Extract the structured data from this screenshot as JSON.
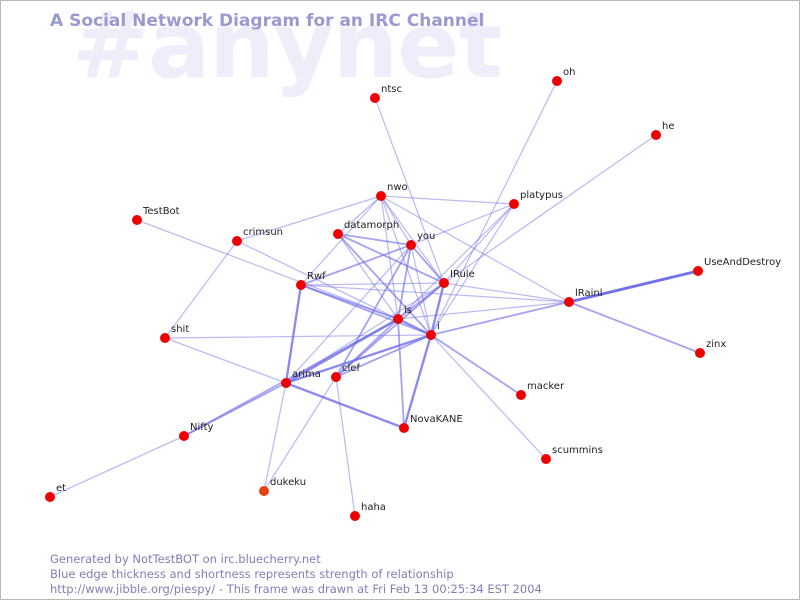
{
  "diagram": {
    "title": "A Social Network Diagram for an IRC Channel",
    "watermark": "#anynet",
    "colors": {
      "edge": "#6a6ae8",
      "node": "#ee0000",
      "node_alt": "#e84010",
      "title": "#9a9ad2",
      "footer": "#7f7fb5",
      "watermark": "#eeeefa"
    },
    "nodes": [
      {
        "id": "oh",
        "label": "oh"
      },
      {
        "id": "ntsc",
        "label": "ntsc"
      },
      {
        "id": "he",
        "label": "he"
      },
      {
        "id": "nwo",
        "label": "nwo"
      },
      {
        "id": "platypus",
        "label": "platypus"
      },
      {
        "id": "TestBot",
        "label": "TestBot"
      },
      {
        "id": "crimsun",
        "label": "crimsun"
      },
      {
        "id": "datamorph",
        "label": "datamorph"
      },
      {
        "id": "you",
        "label": "you"
      },
      {
        "id": "UseAndDestroy",
        "label": "UseAndDestroy"
      },
      {
        "id": "Rwf",
        "label": "Rwf"
      },
      {
        "id": "IRule",
        "label": "IRule"
      },
      {
        "id": "IRainI",
        "label": "lRainl"
      },
      {
        "id": "is",
        "label": "is"
      },
      {
        "id": "shit",
        "label": "shit"
      },
      {
        "id": "i",
        "label": "i"
      },
      {
        "id": "zinx",
        "label": "zinx"
      },
      {
        "id": "arima",
        "label": "arima"
      },
      {
        "id": "clef",
        "label": "clef"
      },
      {
        "id": "macker",
        "label": "macker"
      },
      {
        "id": "NovaKANE",
        "label": "NovaKANE"
      },
      {
        "id": "Nifty",
        "label": "Nifty"
      },
      {
        "id": "scummins",
        "label": "scummins"
      },
      {
        "id": "dukeku",
        "label": "dukeku"
      },
      {
        "id": "et",
        "label": "et"
      },
      {
        "id": "haha",
        "label": "haha"
      }
    ],
    "edges": [
      {
        "from": "oh",
        "to": "i",
        "weight": 1
      },
      {
        "from": "he",
        "to": "IRule",
        "weight": 1
      },
      {
        "from": "ntsc",
        "to": "IRule",
        "weight": 1
      },
      {
        "from": "nwo",
        "to": "platypus",
        "weight": 1
      },
      {
        "from": "nwo",
        "to": "crimsun",
        "weight": 1
      },
      {
        "from": "nwo",
        "to": "datamorph",
        "weight": 1
      },
      {
        "from": "nwo",
        "to": "you",
        "weight": 1
      },
      {
        "from": "nwo",
        "to": "IRule",
        "weight": 1
      },
      {
        "from": "nwo",
        "to": "i",
        "weight": 1
      },
      {
        "from": "nwo",
        "to": "is",
        "weight": 1
      },
      {
        "from": "nwo",
        "to": "IRainI",
        "weight": 1
      },
      {
        "from": "nwo",
        "to": "Rwf",
        "weight": 1
      },
      {
        "from": "platypus",
        "to": "you",
        "weight": 1
      },
      {
        "from": "platypus",
        "to": "is",
        "weight": 1
      },
      {
        "from": "platypus",
        "to": "i",
        "weight": 1
      },
      {
        "from": "platypus",
        "to": "IRule",
        "weight": 1
      },
      {
        "from": "TestBot",
        "to": "is",
        "weight": 1
      },
      {
        "from": "crimsun",
        "to": "is",
        "weight": 1
      },
      {
        "from": "crimsun",
        "to": "shit",
        "weight": 1
      },
      {
        "from": "datamorph",
        "to": "you",
        "weight": 2
      },
      {
        "from": "datamorph",
        "to": "IRule",
        "weight": 2
      },
      {
        "from": "datamorph",
        "to": "i",
        "weight": 2
      },
      {
        "from": "datamorph",
        "to": "is",
        "weight": 1
      },
      {
        "from": "you",
        "to": "Rwf",
        "weight": 2
      },
      {
        "from": "you",
        "to": "IRule",
        "weight": 2
      },
      {
        "from": "you",
        "to": "is",
        "weight": 2
      },
      {
        "from": "you",
        "to": "i",
        "weight": 1
      },
      {
        "from": "you",
        "to": "clef",
        "weight": 2
      },
      {
        "from": "you",
        "to": "arima",
        "weight": 1
      },
      {
        "from": "Rwf",
        "to": "IRule",
        "weight": 1
      },
      {
        "from": "Rwf",
        "to": "is",
        "weight": 2
      },
      {
        "from": "Rwf",
        "to": "i",
        "weight": 2
      },
      {
        "from": "Rwf",
        "to": "IRainI",
        "weight": 1
      },
      {
        "from": "Rwf",
        "to": "arima",
        "weight": 3
      },
      {
        "from": "IRule",
        "to": "is",
        "weight": 2
      },
      {
        "from": "IRule",
        "to": "i",
        "weight": 3
      },
      {
        "from": "IRule",
        "to": "IRainI",
        "weight": 1
      },
      {
        "from": "IRule",
        "to": "clef",
        "weight": 2
      },
      {
        "from": "IRule",
        "to": "arima",
        "weight": 1
      },
      {
        "from": "IRainI",
        "to": "UseAndDestroy",
        "weight": 4
      },
      {
        "from": "IRainI",
        "to": "zinx",
        "weight": 2
      },
      {
        "from": "IRainI",
        "to": "is",
        "weight": 1
      },
      {
        "from": "IRainI",
        "to": "i",
        "weight": 2
      },
      {
        "from": "is",
        "to": "i",
        "weight": 3
      },
      {
        "from": "is",
        "to": "arima",
        "weight": 3
      },
      {
        "from": "is",
        "to": "clef",
        "weight": 2
      },
      {
        "from": "is",
        "to": "NovaKANE",
        "weight": 2
      },
      {
        "from": "is",
        "to": "Nifty",
        "weight": 2
      },
      {
        "from": "i",
        "to": "arima",
        "weight": 3
      },
      {
        "from": "i",
        "to": "clef",
        "weight": 2
      },
      {
        "from": "i",
        "to": "NovaKANE",
        "weight": 3
      },
      {
        "from": "i",
        "to": "macker",
        "weight": 2
      },
      {
        "from": "i",
        "to": "scummins",
        "weight": 1
      },
      {
        "from": "i",
        "to": "shit",
        "weight": 1
      },
      {
        "from": "arima",
        "to": "NovaKANE",
        "weight": 3
      },
      {
        "from": "arima",
        "to": "shit",
        "weight": 1
      },
      {
        "from": "arima",
        "to": "dukeku",
        "weight": 1
      },
      {
        "from": "arima",
        "to": "Nifty",
        "weight": 2
      },
      {
        "from": "clef",
        "to": "haha",
        "weight": 1
      },
      {
        "from": "clef",
        "to": "dukeku",
        "weight": 1
      },
      {
        "from": "Nifty",
        "to": "et",
        "weight": 1
      }
    ]
  },
  "footer": {
    "line1": "Generated by NotTestBOT on irc.bluecherry.net",
    "line2": "Blue edge thickness and shortness represents strength of relationship",
    "line3": "http://www.jibble.org/piespy/ - This frame was drawn at Fri Feb 13 00:25:34 EST 2004"
  }
}
